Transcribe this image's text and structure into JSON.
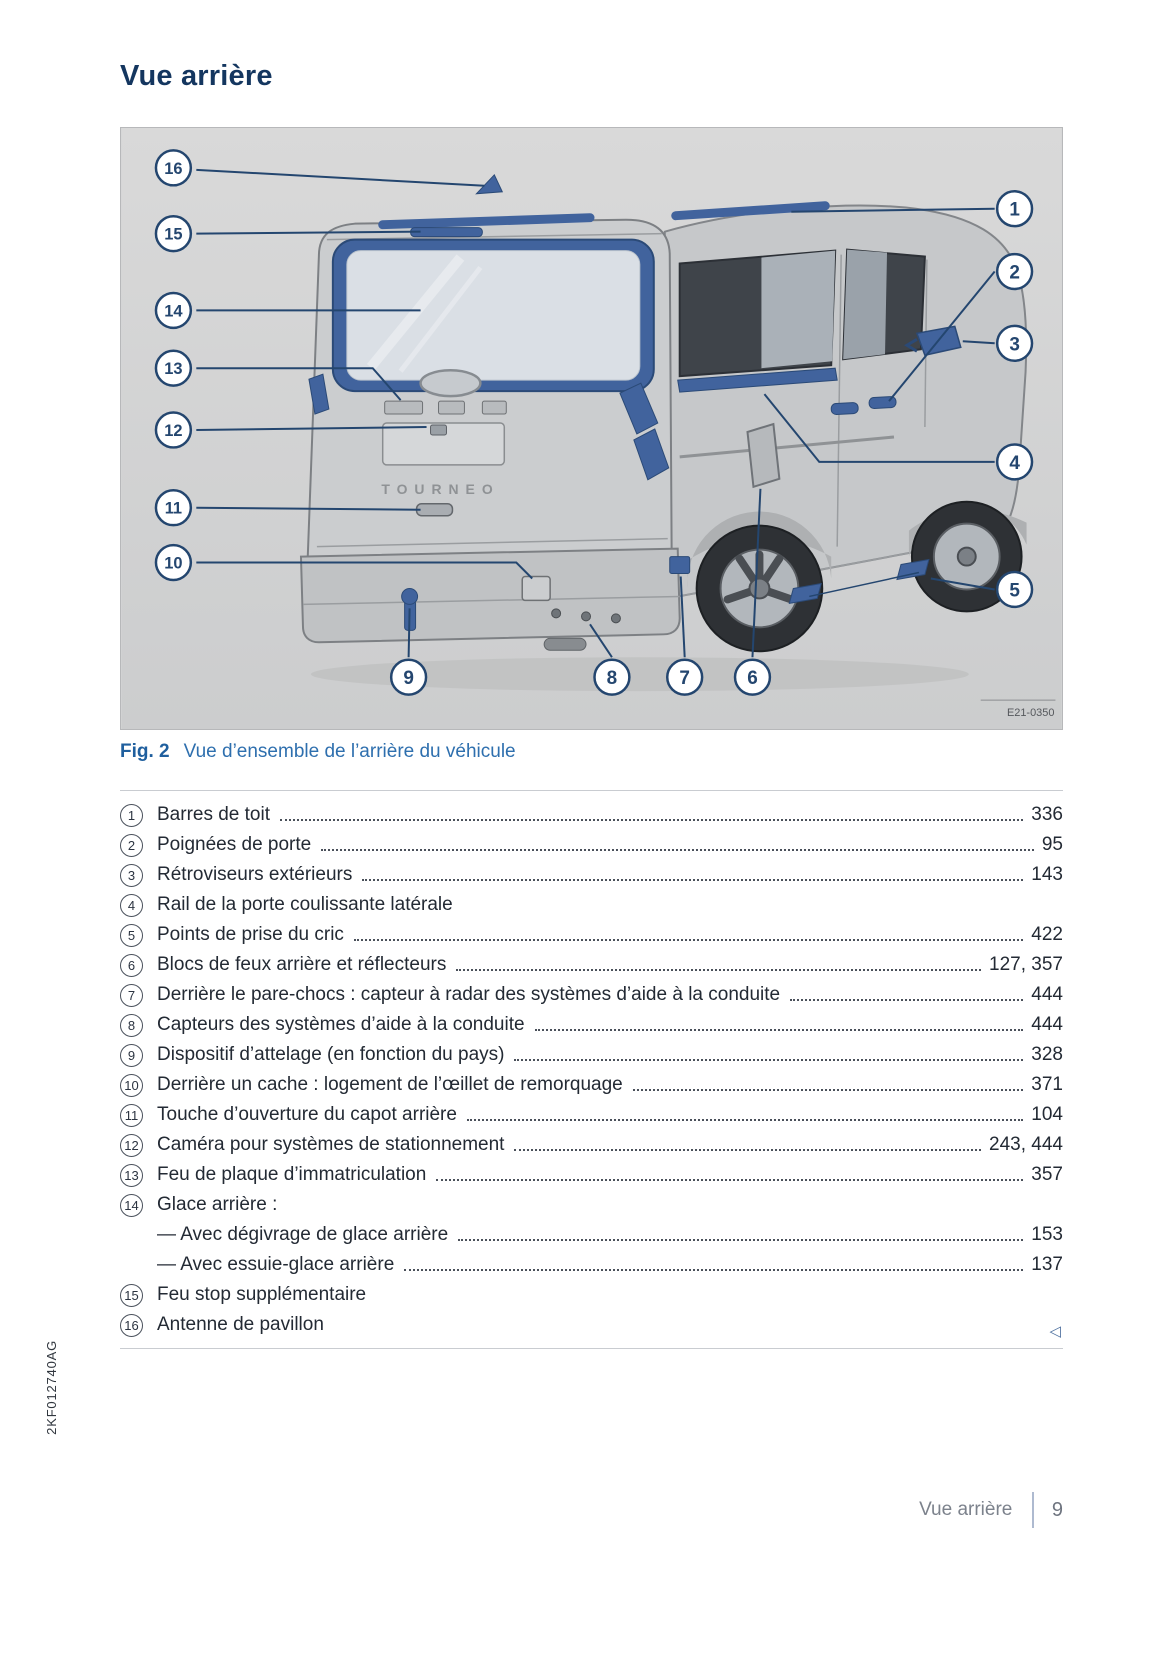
{
  "page": {
    "title": "Vue arrière",
    "side_code": "2KF012740AG",
    "end_marker": "◁",
    "footer": {
      "section": "Vue arrière",
      "page_number": "9"
    }
  },
  "figure": {
    "label": "Fig. 2",
    "caption": "Vue d’ensemble de l’arrière du véhicule",
    "image_code": "E21-0350",
    "vehicle_text": "TOURNEO",
    "callouts": [
      "1",
      "2",
      "3",
      "4",
      "5",
      "6",
      "7",
      "8",
      "9",
      "10",
      "11",
      "12",
      "13",
      "14",
      "15",
      "16"
    ]
  },
  "legend": {
    "items": [
      {
        "num": "1",
        "label": "Barres de toit",
        "pages": "336"
      },
      {
        "num": "2",
        "label": "Poignées de porte",
        "pages": "95"
      },
      {
        "num": "3",
        "label": "Rétroviseurs extérieurs",
        "pages": "143"
      },
      {
        "num": "4",
        "label": "Rail de la porte coulissante latérale",
        "pages": ""
      },
      {
        "num": "5",
        "label": "Points de prise du cric",
        "pages": "422"
      },
      {
        "num": "6",
        "label": "Blocs de feux arrière et réflecteurs",
        "pages": "127, 357"
      },
      {
        "num": "7",
        "label": "Derrière le pare-chocs : capteur à radar des systèmes d’aide à la conduite",
        "pages": "444"
      },
      {
        "num": "8",
        "label": "Capteurs des systèmes d’aide à la conduite",
        "pages": "444"
      },
      {
        "num": "9",
        "label": "Dispositif d’attelage (en fonction du pays)",
        "pages": "328"
      },
      {
        "num": "10",
        "label": "Derrière un cache : logement de l’œillet de remorquage",
        "pages": "371"
      },
      {
        "num": "11",
        "label": "Touche d’ouverture du capot arrière",
        "pages": "104"
      },
      {
        "num": "12",
        "label": "Caméra pour systèmes de stationnement",
        "pages": "243, 444"
      },
      {
        "num": "13",
        "label": "Feu de plaque d’immatriculation",
        "pages": "357"
      },
      {
        "num": "14",
        "label": "Glace arrière :",
        "pages": "",
        "sub": [
          {
            "label": "— Avec dégivrage de glace arrière",
            "pages": "153"
          },
          {
            "label": "— Avec essuie-glace arrière",
            "pages": "137"
          }
        ]
      },
      {
        "num": "15",
        "label": "Feu stop supplémentaire",
        "pages": ""
      },
      {
        "num": "16",
        "label": "Antenne de pavillon",
        "pages": ""
      }
    ]
  },
  "colors": {
    "accent_blue": "#41639d",
    "callout_blue": "#24466f",
    "heading_navy": "#14365f",
    "caption_blue": "#2e6fae"
  }
}
